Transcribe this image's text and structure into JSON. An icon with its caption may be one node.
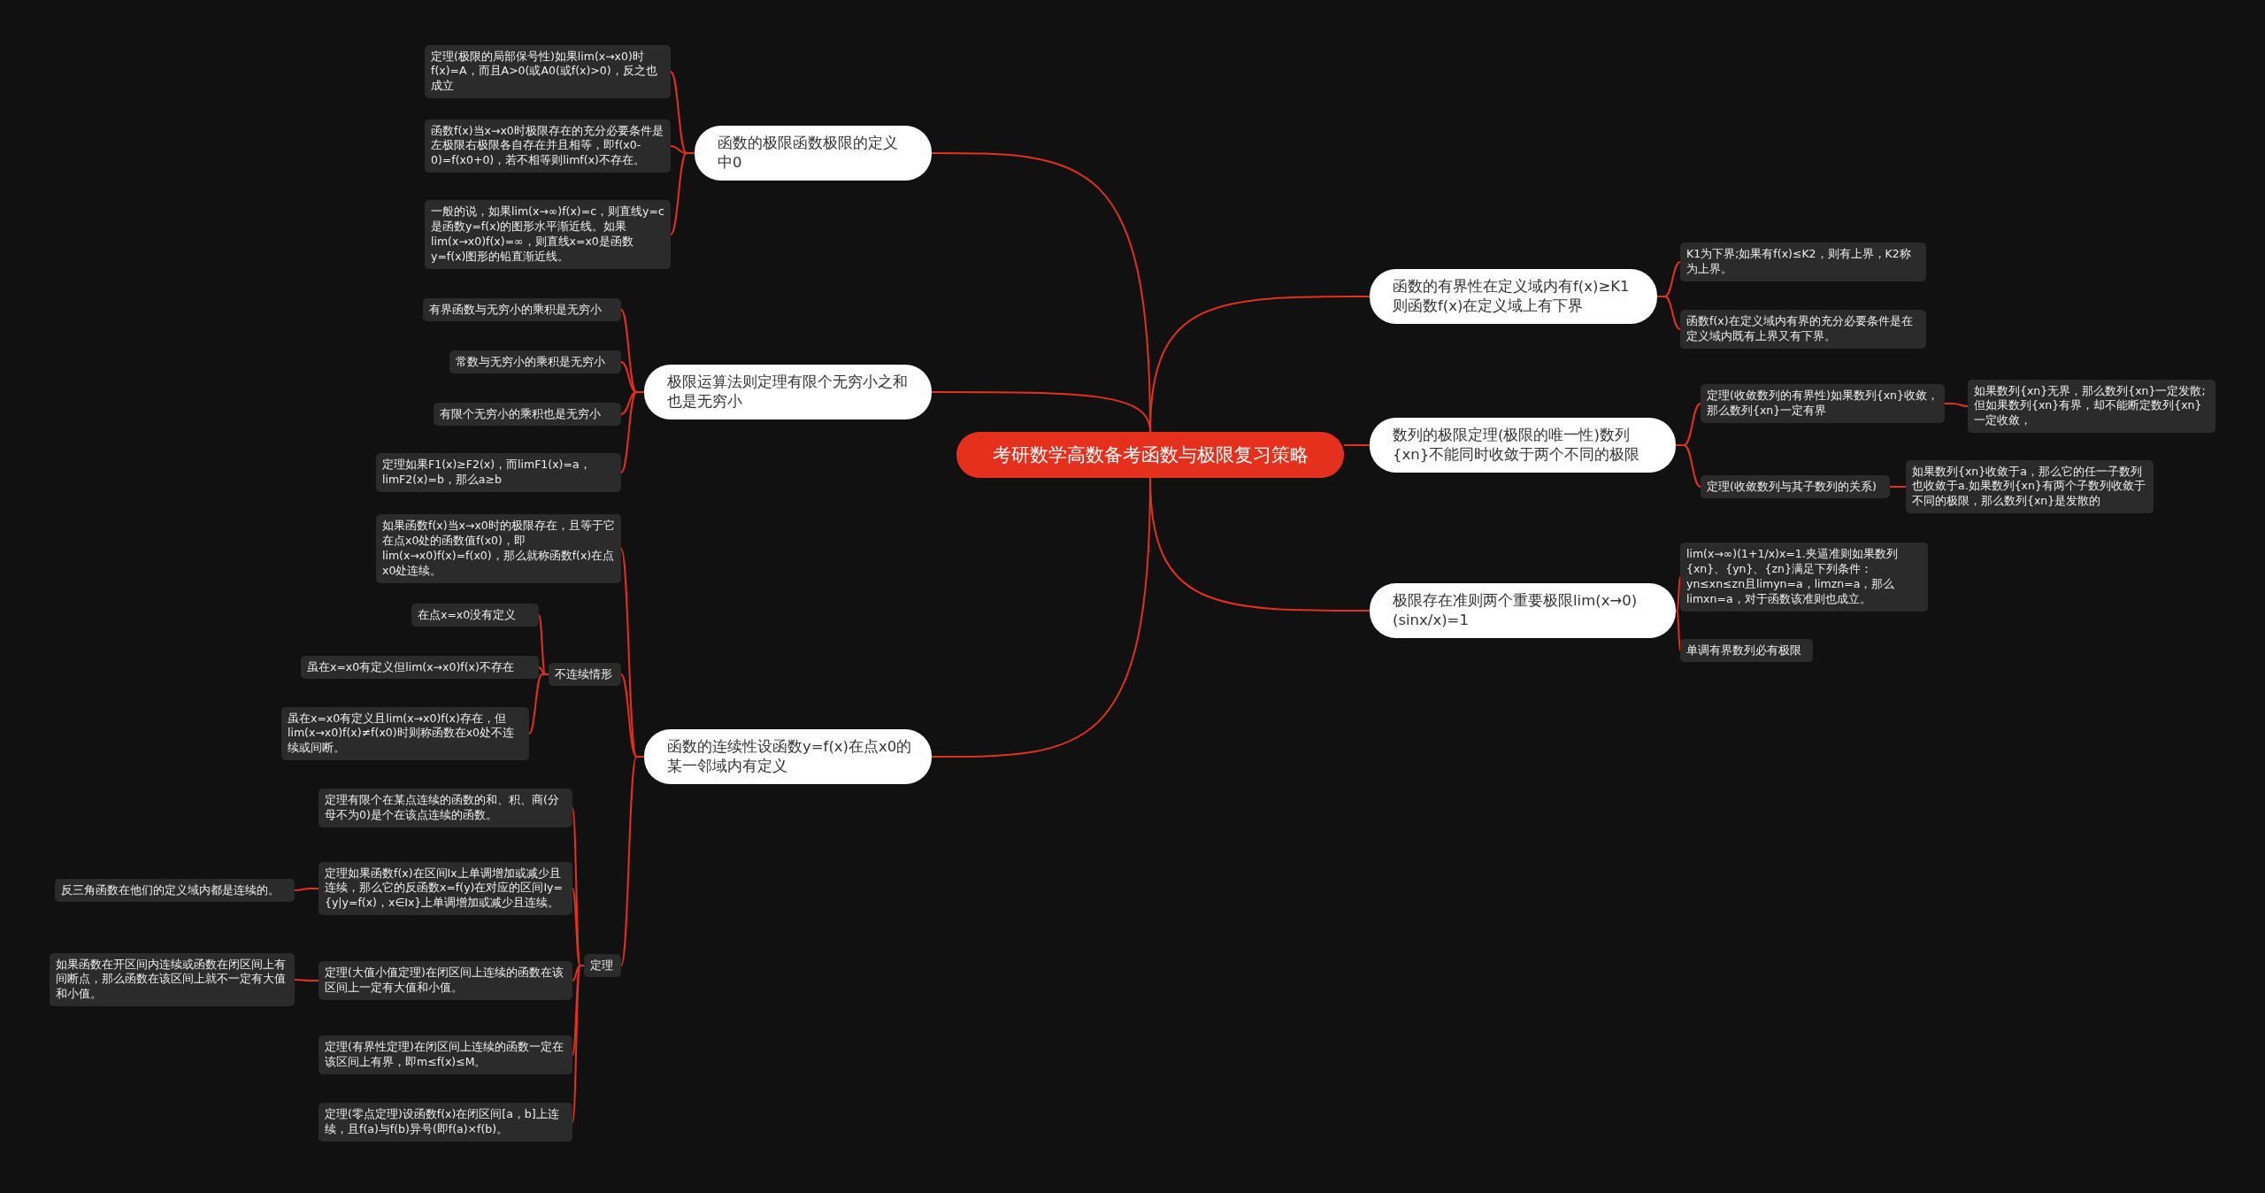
{
  "diagram": {
    "nodes": [
      {
        "text": [
          "考研数学高数备考函数与极限复习策略"
        ]
      },
      {
        "text": [
          "函数的极限函数极限的定义中0"
        ]
      },
      {
        "text": [
          "定理(极限的局部保号性)如果lim(x→x0)时f(x)=A，而且A>0(或A0(或f(x)>0)，反之也成立"
        ]
      },
      {
        "text": [
          "函数f(x)当x→x0时极限存在的充分必要条件是左极限右极限各自存在并且相等，即f(x0-0)=f(x0+0)，若不相等则limf(x)不存在。"
        ]
      },
      {
        "text": [
          "一般的说，如果lim(x→∞)f(x)=c，则直线y=c是函数y=f(x)的图形水平渐近线。如果lim(x→x0)f(x)=∞，则直线x=x0是函数y=f(x)图形的铅直渐近线。"
        ]
      },
      {
        "text": [
          "极限运算法则定理有限个无穷小之和也是无穷小"
        ]
      },
      {
        "text": [
          "有界函数与无穷小的乘积是无穷小"
        ]
      },
      {
        "text": [
          "常数与无穷小的乘积是无穷小"
        ]
      },
      {
        "text": [
          "有限个无穷小的乘积也是无穷小"
        ]
      },
      {
        "text": [
          "定理如果F1(x)≥F2(x)，而limF1(x)=a，limF2(x)=b，那么a≥b"
        ]
      },
      {
        "text": [
          "函数的连续性设函数y=f(x)在点x0的某一邻域内有定义"
        ]
      },
      {
        "text": [
          "如果函数f(x)当x→x0时的极限存在，且等于它在点x0处的函数值f(x0)，即lim(x→x0)f(x)=f(x0)，那么就称函数f(x)在点x0处连续。"
        ]
      },
      {
        "text": [
          "不连续情形"
        ]
      },
      {
        "text": [
          "在点x=x0没有定义"
        ]
      },
      {
        "text": [
          "虽在x=x0有定义但lim(x→x0)f(x)不存在"
        ]
      },
      {
        "text": [
          "虽在x=x0有定义且lim(x→x0)f(x)存在，但lim(x→x0)f(x)≠f(x0)时则称函数在x0处不连续或间断。"
        ]
      },
      {
        "text": [
          "定理"
        ]
      },
      {
        "text": [
          "定理有限个在某点连续的函数的和、积、商(分母不为0)是个在该点连续的函数。"
        ]
      },
      {
        "text": [
          "定理如果函数f(x)在区间Ix上单调增加或减少且连续，那么它的反函数x=f(y)在对应的区间Iy={y|y=f(x)，x∈Ix}上单调增加或减少且连续。"
        ]
      },
      {
        "text": [
          "反三角函数在他们的定义域内都是连续的。"
        ]
      },
      {
        "text": [
          "定理(大值小值定理)在闭区间上连续的函数在该区间上一定有大值和小值。"
        ]
      },
      {
        "text": [
          "如果函数在开区间内连续或函数在闭区间上有间断点，那么函数在该区间上就不一定有大值和小值。"
        ]
      },
      {
        "text": [
          "定理(有界性定理)在闭区间上连续的函数一定在该区间上有界，即m≤f(x)≤M。"
        ]
      },
      {
        "text": [
          "定理(零点定理)设函数f(x)在闭区间[a，b]上连续，且f(a)与f(b)异号(即f(a)×f(b)。"
        ]
      },
      {
        "text": [
          "函数的有界性在定义域内有f(x)≥K1则函数f(x)在定义域上有下界"
        ]
      },
      {
        "text": [
          "K1为下界;如果有f(x)≤K2，则有上界，K2称为上界。"
        ]
      },
      {
        "text": [
          "函数f(x)在定义域内有界的充分必要条件是在定义域内既有上界又有下界。"
        ]
      },
      {
        "text": [
          "数列的极限定理(极限的唯一性)数列{xn}不能同时收敛于两个不同的极限"
        ]
      },
      {
        "text": [
          "定理(收敛数列的有界性)如果数列{xn}收敛，那么数列{xn}一定有界"
        ]
      },
      {
        "text": [
          "如果数列{xn}无界，那么数列{xn}一定发散;但如果数列{xn}有界，却不能断定数列{xn}一定收敛，"
        ]
      },
      {
        "text": [
          "定理(收敛数列与其子数列的关系)"
        ]
      },
      {
        "text": [
          "如果数列{xn}收敛于a，那么它的任一子数列也收敛于a.如果数列{xn}有两个子数列收敛于不同的极限，那么数列{xn}是发散的"
        ]
      },
      {
        "text": [
          "极限存在准则两个重要极限lim(x→0)(sinx/x)=1"
        ]
      },
      {
        "text": [
          "lim(x→∞)(1+1/x)x=1.夹逼准则如果数列{xn}、{yn}、{zn}满足下列条件：yn≤xn≤zn且limyn=a，limzn=a，那么limxn=a，对于函数该准则也成立。"
        ]
      },
      {
        "text": [
          "单调有界数列必有极限"
        ]
      }
    ],
    "edges": [
      {
        "from": 0,
        "to": 1,
        "arrow": "none"
      },
      {
        "from": 1,
        "to": 2,
        "arrow": "none"
      },
      {
        "from": 1,
        "to": 3,
        "arrow": "none"
      },
      {
        "from": 1,
        "to": 4,
        "arrow": "none"
      },
      {
        "from": 0,
        "to": 5,
        "arrow": "none"
      },
      {
        "from": 5,
        "to": 6,
        "arrow": "none"
      },
      {
        "from": 5,
        "to": 7,
        "arrow": "none"
      },
      {
        "from": 5,
        "to": 8,
        "arrow": "none"
      },
      {
        "from": 5,
        "to": 9,
        "arrow": "none"
      },
      {
        "from": 0,
        "to": 10,
        "arrow": "none"
      },
      {
        "from": 10,
        "to": 11,
        "arrow": "none"
      },
      {
        "from": 10,
        "to": 12,
        "arrow": "none"
      },
      {
        "from": 12,
        "to": 13,
        "arrow": "none"
      },
      {
        "from": 12,
        "to": 14,
        "arrow": "none"
      },
      {
        "from": 12,
        "to": 15,
        "arrow": "none"
      },
      {
        "from": 10,
        "to": 16,
        "arrow": "none"
      },
      {
        "from": 16,
        "to": 17,
        "arrow": "none"
      },
      {
        "from": 16,
        "to": 18,
        "arrow": "none"
      },
      {
        "from": 18,
        "to": 19,
        "arrow": "none"
      },
      {
        "from": 16,
        "to": 20,
        "arrow": "none"
      },
      {
        "from": 20,
        "to": 21,
        "arrow": "none"
      },
      {
        "from": 16,
        "to": 22,
        "arrow": "none"
      },
      {
        "from": 16,
        "to": 23,
        "arrow": "none"
      },
      {
        "from": 0,
        "to": 24,
        "arrow": "none"
      },
      {
        "from": 24,
        "to": 25,
        "arrow": "none"
      },
      {
        "from": 24,
        "to": 26,
        "arrow": "none"
      },
      {
        "from": 0,
        "to": 27,
        "arrow": "none"
      },
      {
        "from": 27,
        "to": 28,
        "arrow": "none"
      },
      {
        "from": 28,
        "to": 29,
        "arrow": "none"
      },
      {
        "from": 27,
        "to": 30,
        "arrow": "none"
      },
      {
        "from": 30,
        "to": 31,
        "arrow": "none"
      },
      {
        "from": 0,
        "to": 32,
        "arrow": "none"
      },
      {
        "from": 32,
        "to": 33,
        "arrow": "none"
      },
      {
        "from": 32,
        "to": 34,
        "arrow": "none"
      }
    ]
  }
}
